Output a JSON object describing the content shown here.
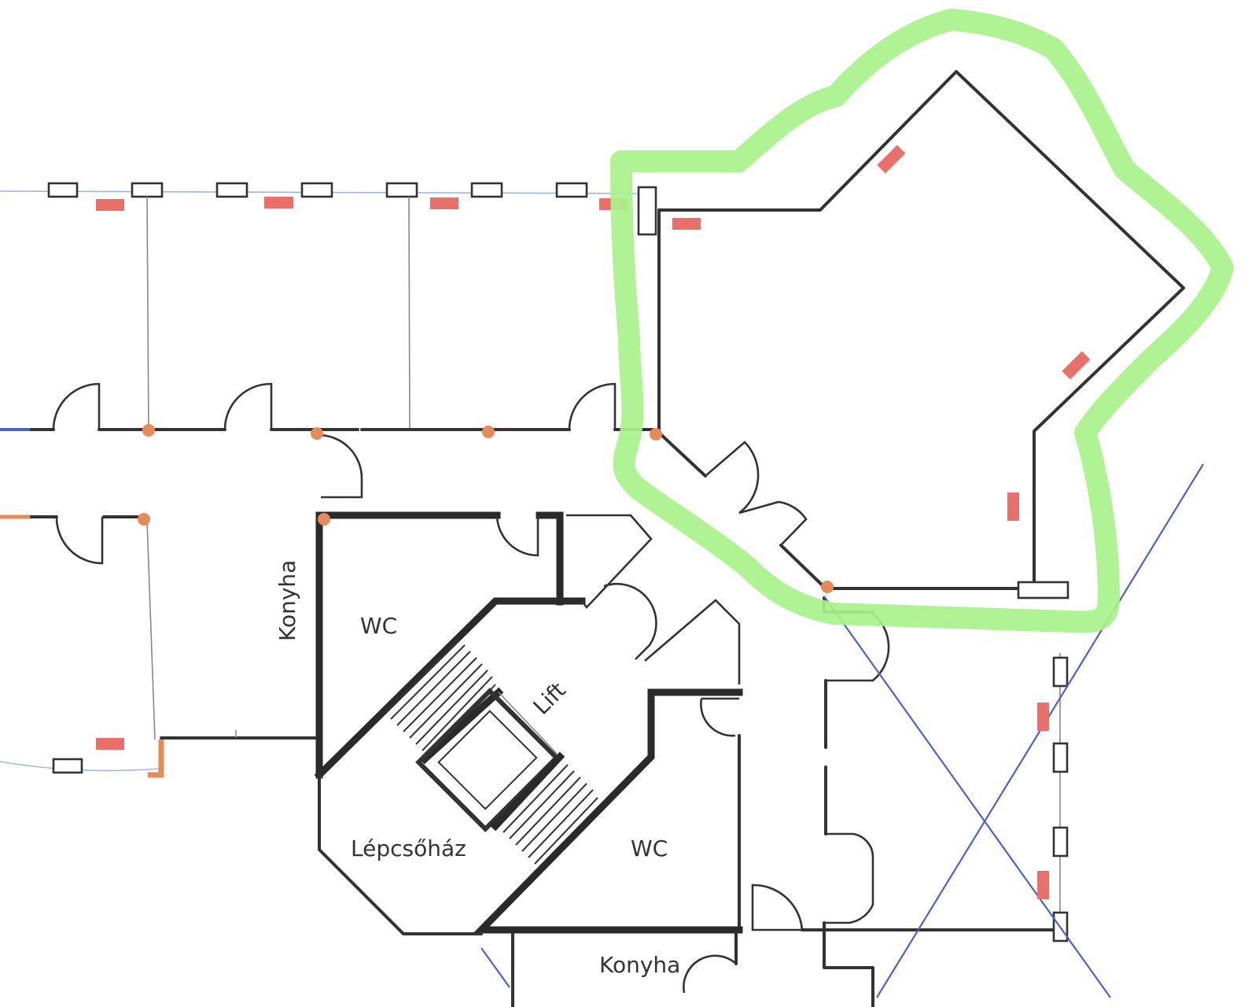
{
  "rooms": {
    "konyha_1": "Konyha",
    "wc_1": "WC",
    "lift": "Lift",
    "lepcsohaz": "Lépcsőház",
    "wc_2": "WC",
    "konyha_2": "Konyha"
  },
  "colors": {
    "wall": "#333333",
    "highlight": "#a8f28c",
    "radiator": "#e8706a",
    "node": "#e58a5a",
    "cross": "#4d63c4",
    "glass": "#9cb6dc"
  }
}
